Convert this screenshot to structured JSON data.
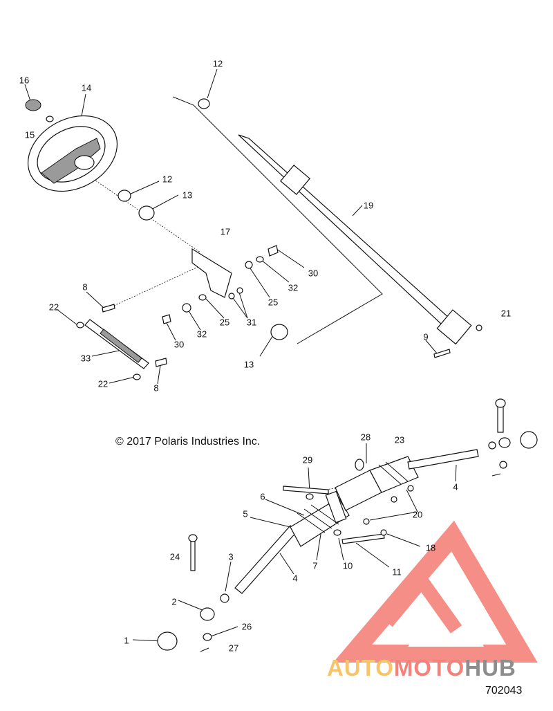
{
  "copyright": "© 2017 Polaris Industries Inc.",
  "diagram_id": "702043",
  "watermark": {
    "part1": "AUTO",
    "part2": "MOTO",
    "part3": "HUB",
    "colors": {
      "auto": "#f6c56b",
      "moto": "#f4827a",
      "hub": "#8d8d8d",
      "logo": "#f4827a"
    }
  },
  "callouts": [
    "1",
    "2",
    "3",
    "4",
    "4",
    "5",
    "6",
    "7",
    "8",
    "8",
    "9",
    "10",
    "11",
    "12",
    "12",
    "13",
    "13",
    "14",
    "15",
    "16",
    "17",
    "18",
    "19",
    "20",
    "21",
    "22",
    "22",
    "23",
    "24",
    "25",
    "25",
    "26",
    "27",
    "28",
    "29",
    "30",
    "30",
    "31",
    "32",
    "32",
    "33"
  ]
}
